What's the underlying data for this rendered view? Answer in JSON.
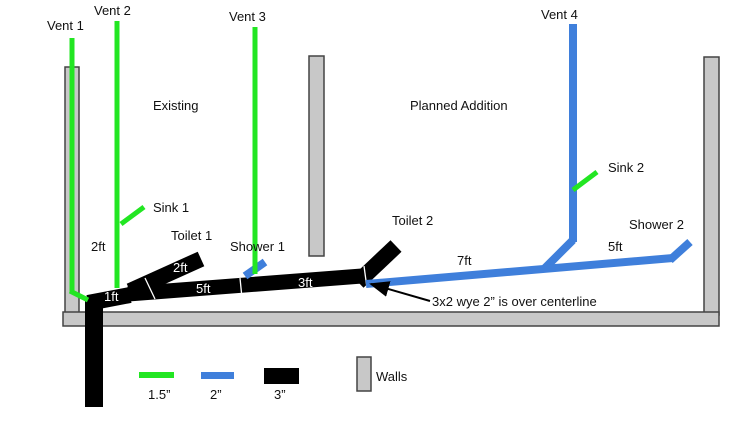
{
  "colors": {
    "pipe_1_5": "#22e622",
    "pipe_2": "#3f7fdb",
    "pipe_3": "#000000",
    "wall_fill": "#c8c8c8",
    "wall_stroke": "#444444",
    "background": "#ffffff"
  },
  "labels": {
    "vent1": "Vent 1",
    "vent2": "Vent 2",
    "vent3": "Vent 3",
    "vent4": "Vent 4",
    "existing": "Existing",
    "planned": "Planned Addition",
    "sink1": "Sink 1",
    "sink2": "Sink 2",
    "toilet1": "Toilet 1",
    "toilet2": "Toilet 2",
    "shower1": "Shower 1",
    "shower2": "Shower 2",
    "wye_note": "3x2 wye 2” is over centerline"
  },
  "dimensions": {
    "d_2ft_vent": "2ft",
    "d_1ft": "1ft",
    "d_2ft_toilet": "2ft",
    "d_5ft_main": "5ft",
    "d_3ft": "3ft",
    "d_7ft": "7ft",
    "d_5ft_shower": "5ft"
  },
  "legend": {
    "pipe_1_5": "1.5”",
    "pipe_2": "2”",
    "pipe_3": "3”",
    "walls": "Walls"
  }
}
